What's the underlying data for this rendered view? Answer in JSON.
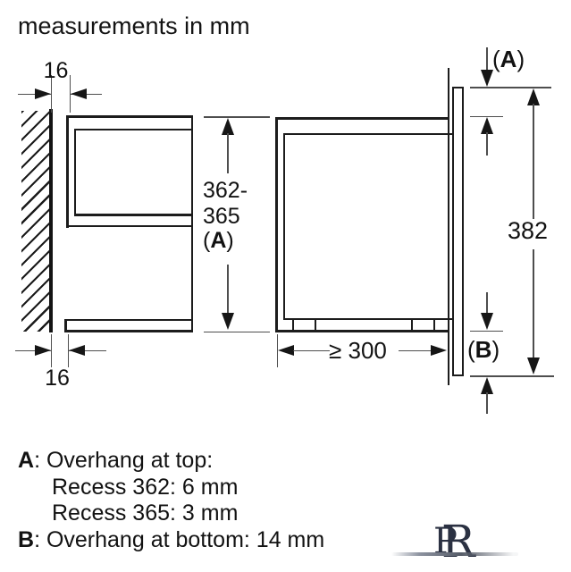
{
  "title": "measurements in mm",
  "symbols": {
    "paren_open": "(",
    "paren_close": ")"
  },
  "left_diagram": {
    "gap_top_mm": "16",
    "gap_bottom_mm": "16",
    "niche_height_line1": "362-",
    "niche_height_line2": "365",
    "ref_letter": "A"
  },
  "right_diagram": {
    "overhang_top_ref": "A",
    "overhang_bottom_ref": "B",
    "front_height_mm": "382",
    "min_depth_mm": "≥ 300"
  },
  "legend": {
    "row_a_key": "A",
    "row_a_text": ": Overhang at top:",
    "row_a_sub1": "Recess 362: 6 mm",
    "row_a_sub2": "Recess 365: 3 mm",
    "row_b_key": "B",
    "row_b_text": ": Overhang at bottom: 14 mm"
  },
  "watermark": {
    "letter_1": "P",
    "letter_2": "R"
  },
  "colors": {
    "object_line": "#1c1c1c",
    "dimension_line": "#4e4e4e",
    "text": "#111111",
    "background": "#ffffff",
    "watermark": "#2b3142"
  }
}
